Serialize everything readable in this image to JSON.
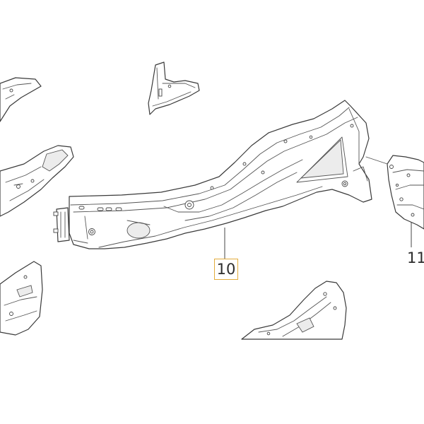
{
  "diagram": {
    "callouts": [
      {
        "id": "10",
        "label": "10",
        "highlighted": true
      },
      {
        "id": "11",
        "label": "11",
        "highlighted": false
      }
    ],
    "colors": {
      "line": "#3a3a3a",
      "highlight_border": "#e3ac3c",
      "background": "#ffffff"
    }
  }
}
